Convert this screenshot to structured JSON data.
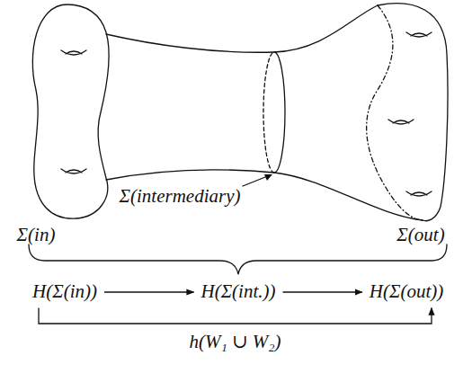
{
  "diagram": {
    "nodes": [
      {
        "text": [
          "H(Σ(in))"
        ]
      },
      {
        "text": [
          "H(Σ(int.))"
        ]
      },
      {
        "text": [
          "H(Σ(out))"
        ]
      }
    ],
    "edges": [
      {
        "from": 0,
        "to": 1,
        "arrow": "to"
      },
      {
        "from": 1,
        "to": 2,
        "arrow": "to"
      },
      {
        "from": 0,
        "to": 2,
        "arrow": "to",
        "label": "h(W₁ ∪ W₂)"
      }
    ],
    "labels": [
      "Σ(intermediary)",
      "Σ(in)",
      "Σ(out)"
    ]
  }
}
